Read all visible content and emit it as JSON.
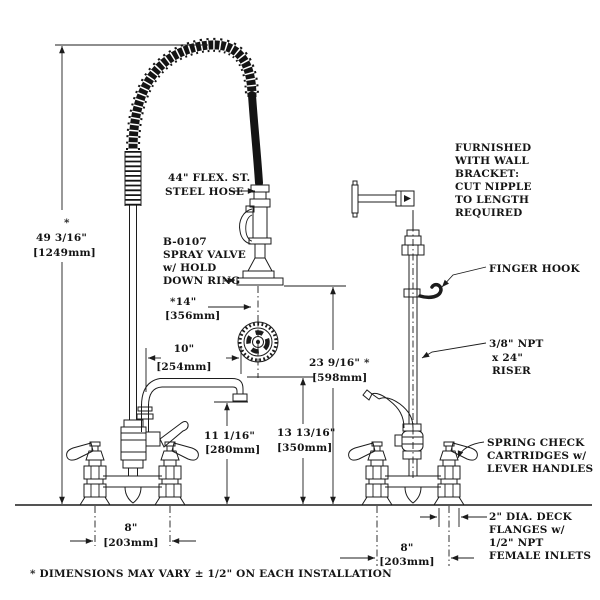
{
  "colors": {
    "ink": "#1c1c1c",
    "background": "#ffffff"
  },
  "footnote": "* DIMENSIONS MAY VARY ± 1/2\" ON EACH INSTALLATION",
  "dimensions": {
    "overall_height": {
      "note": "*",
      "in": "49 3/16\"",
      "mm": "[1249mm]"
    },
    "spray_offset": {
      "in": "*14\"",
      "mm": "[356mm]"
    },
    "spout_reach": {
      "in": "10\"",
      "mm": "[254mm]"
    },
    "spray_clearance": {
      "in": "23 9/16\" *",
      "mm": "[598mm]"
    },
    "spout_height": {
      "in": "13 13/16\"",
      "mm": "[350mm]"
    },
    "spout_outlet_height": {
      "in": "11 1/16\"",
      "mm": "[280mm]"
    },
    "left_centers": {
      "in": "8\"",
      "mm": "[203mm]"
    },
    "right_centers": {
      "in": "8\"",
      "mm": "[203mm]"
    }
  },
  "annotations": {
    "hose": [
      "44\" FLEX. ST.",
      "STEEL HOSE"
    ],
    "spray_valve": [
      "B-0107",
      "SPRAY VALVE",
      "w/ HOLD",
      "DOWN RING"
    ],
    "wall_bracket": [
      "FURNISHED",
      "WITH WALL",
      "BRACKET:",
      "CUT NIPPLE",
      "TO LENGTH",
      "REQUIRED"
    ],
    "finger_hook": [
      "FINGER HOOK"
    ],
    "riser": [
      "3/8\" NPT",
      "x 24\"",
      "RISER"
    ],
    "cartridges": [
      "SPRING CHECK",
      "CARTRIDGES w/",
      "LEVER HANDLES"
    ],
    "flanges": [
      "2\" DIA. DECK",
      "FLANGES w/",
      "1/2\" NPT",
      "FEMALE INLETS"
    ]
  }
}
